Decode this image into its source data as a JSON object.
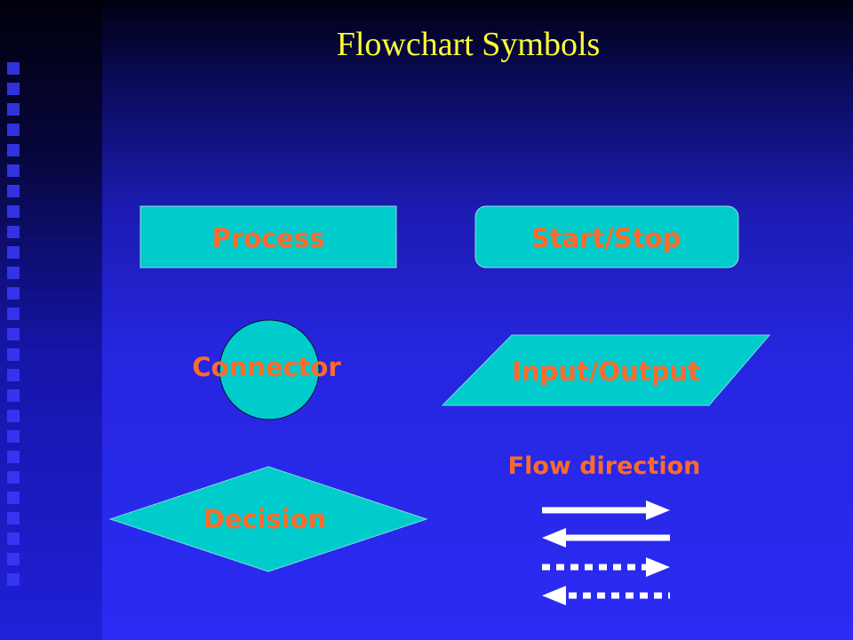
{
  "title": "Flowchart Symbols",
  "shapes": {
    "process": "Process",
    "start_stop": "Start/Stop",
    "connector": "Connector",
    "input_output": "Input/Output",
    "decision": "Decision"
  },
  "flow": {
    "label": "Flow direction",
    "arrows": [
      {
        "direction": "right",
        "style": "solid"
      },
      {
        "direction": "left",
        "style": "solid"
      },
      {
        "direction": "right",
        "style": "dotted"
      },
      {
        "direction": "left",
        "style": "dotted"
      }
    ]
  },
  "colors": {
    "shape_fill": "#00cccc",
    "shape_label": "#ff6a2a",
    "title": "#ffff33",
    "arrow": "#ffffff"
  }
}
